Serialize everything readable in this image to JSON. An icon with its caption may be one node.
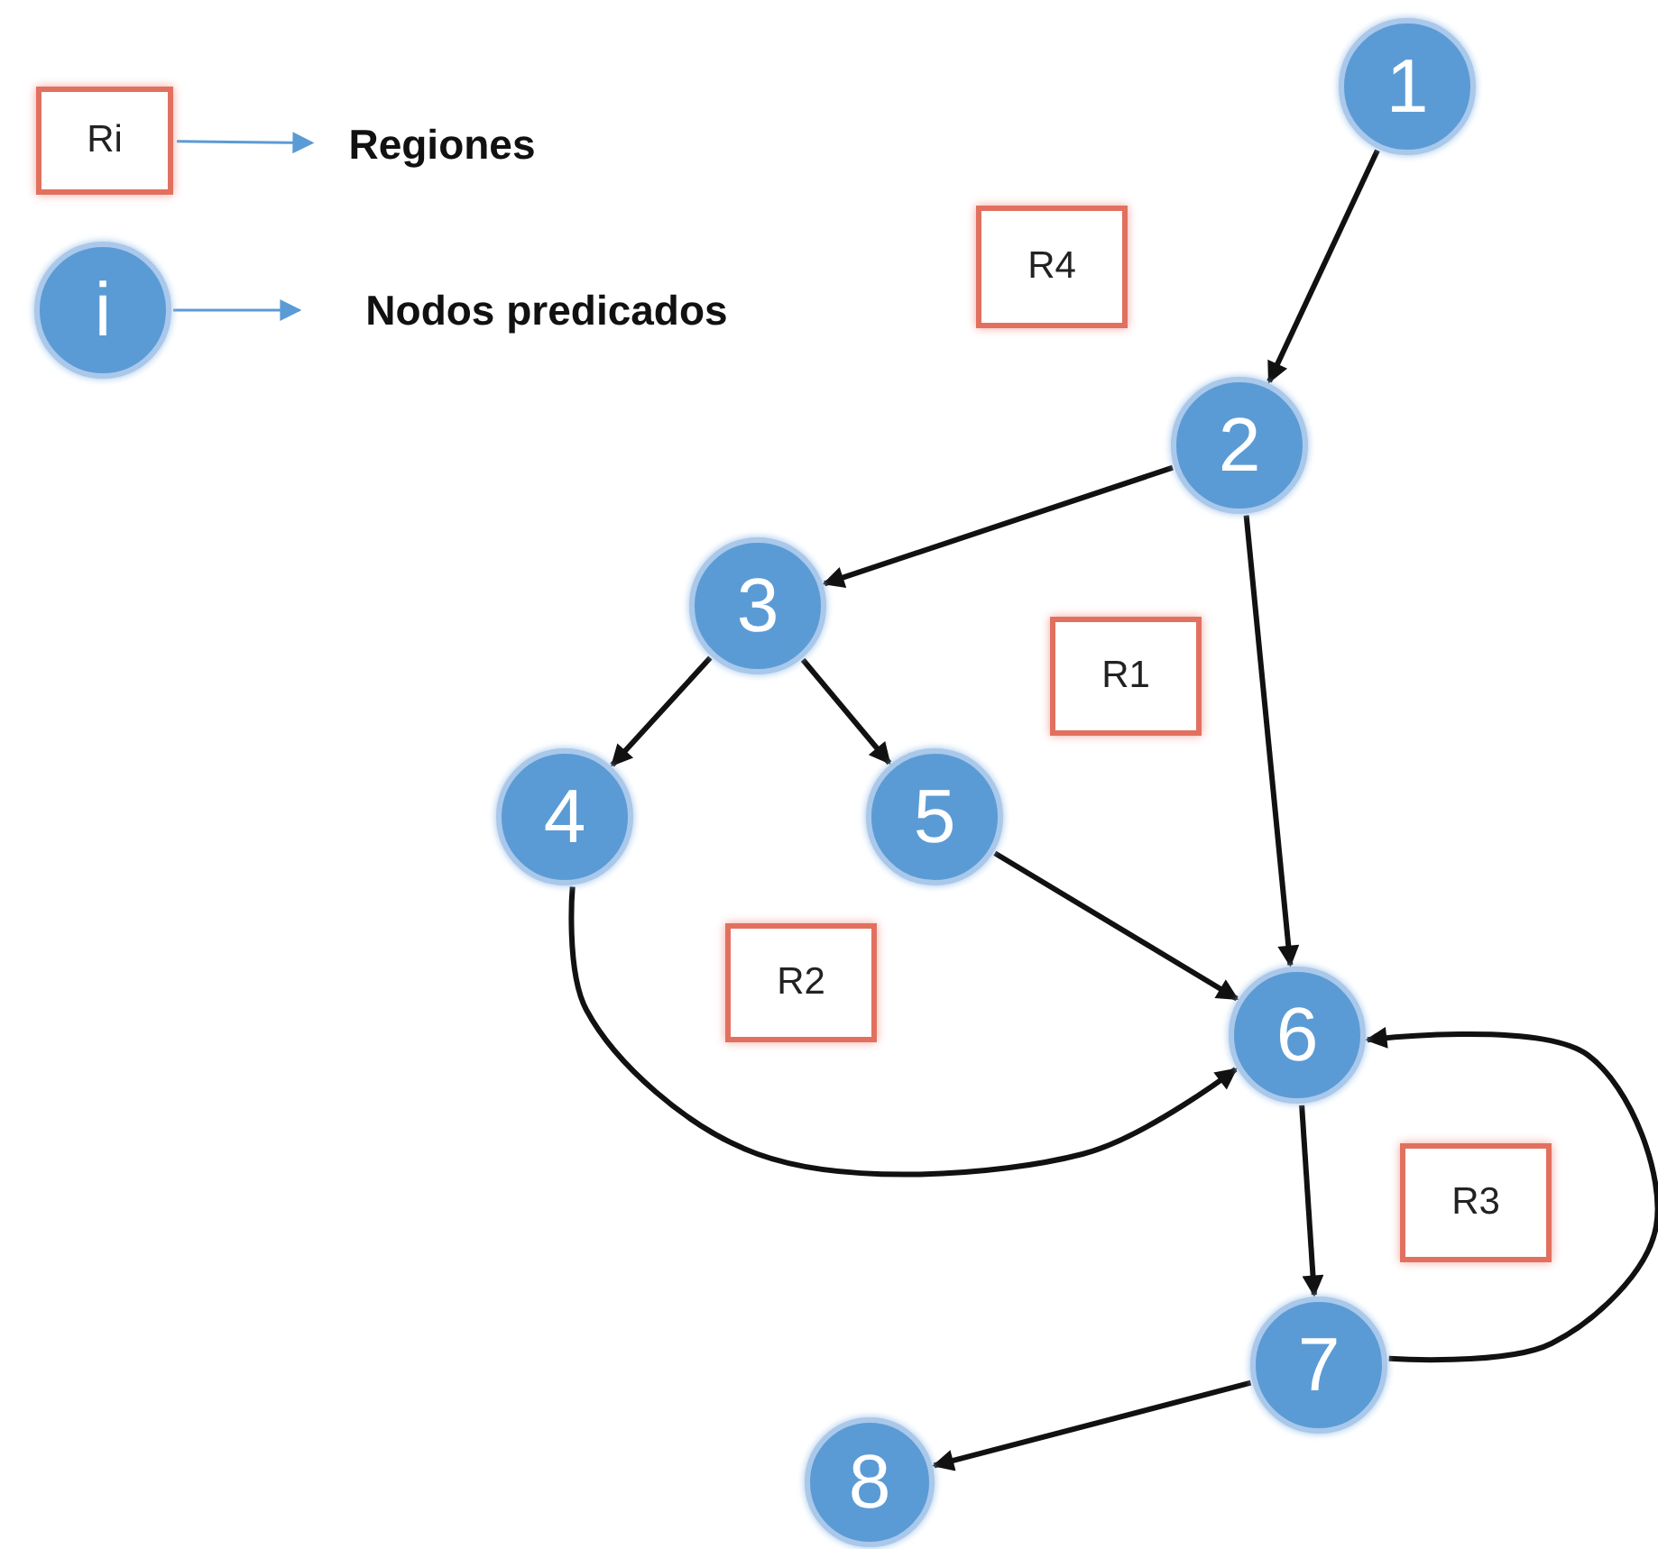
{
  "diagram": {
    "nodes": [
      {
        "text": [
          "Ri"
        ]
      },
      {
        "text": [
          "Regiones"
        ]
      },
      {
        "text": [
          "i"
        ]
      },
      {
        "text": [
          "Nodos predicados"
        ]
      },
      {
        "text": [
          "1"
        ]
      },
      {
        "text": [
          "R4"
        ]
      },
      {
        "text": [
          "2"
        ]
      },
      {
        "text": [
          "3"
        ]
      },
      {
        "text": [
          "R1"
        ]
      },
      {
        "text": [
          "4"
        ]
      },
      {
        "text": [
          "5"
        ]
      },
      {
        "text": [
          "R2"
        ]
      },
      {
        "text": [
          "6"
        ]
      },
      {
        "text": [
          "R3"
        ]
      },
      {
        "text": [
          "7"
        ]
      },
      {
        "text": [
          "8"
        ]
      }
    ],
    "edges": [
      {
        "from": 0,
        "to": 1,
        "arrow": "to",
        "color": "#5b9bd5"
      },
      {
        "from": 2,
        "to": 3,
        "arrow": "to",
        "color": "#5b9bd5"
      },
      {
        "from": 4,
        "to": 6,
        "arrow": "to"
      },
      {
        "from": 6,
        "to": 7,
        "arrow": "to"
      },
      {
        "from": 6,
        "to": 12,
        "arrow": "to"
      },
      {
        "from": 7,
        "to": 9,
        "arrow": "to"
      },
      {
        "from": 7,
        "to": 10,
        "arrow": "to"
      },
      {
        "from": 10,
        "to": 12,
        "arrow": "to"
      },
      {
        "from": 9,
        "to": 12,
        "arrow": "to"
      },
      {
        "from": 12,
        "to": 14,
        "arrow": "to"
      },
      {
        "from": 14,
        "to": 12,
        "arrow": "to"
      },
      {
        "from": 14,
        "to": 15,
        "arrow": "to"
      }
    ]
  }
}
